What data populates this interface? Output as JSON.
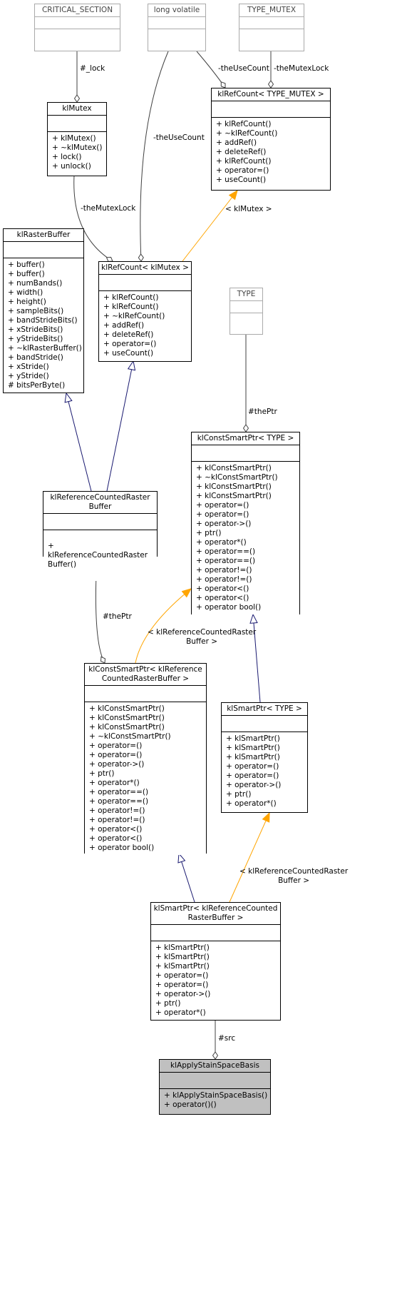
{
  "classes": [
    {
      "id": "critical_section",
      "name": "CRITICAL_SECTION",
      "external": true,
      "attributes": [],
      "methods": []
    },
    {
      "id": "long_volatile",
      "name": "long volatile",
      "external": true,
      "attributes": [],
      "methods": []
    },
    {
      "id": "type_mutex",
      "name": "TYPE_MUTEX",
      "external": true,
      "attributes": [],
      "methods": []
    },
    {
      "id": "klmutex",
      "name": "klMutex",
      "attributes": [],
      "methods": [
        "+ klMutex()",
        "+ ~klMutex()",
        "+ lock()",
        "+ unlock()"
      ]
    },
    {
      "id": "klrefcount_tm",
      "name": "klRefCount< TYPE_MUTEX >",
      "attributes": [],
      "methods": [
        "+ klRefCount()",
        "+ ~klRefCount()",
        "+ addRef()",
        "+ deleteRef()",
        "+ klRefCount()",
        "+ operator=()",
        "+ useCount()"
      ]
    },
    {
      "id": "klrasterbuffer",
      "name": "klRasterBuffer",
      "attributes": [],
      "methods": [
        "+ buffer()",
        "+ buffer()",
        "+ numBands()",
        "+ width()",
        "+ height()",
        "+ sampleBits()",
        "+ bandStrideBits()",
        "+ xStrideBits()",
        "+ yStrideBits()",
        "+ ~klRasterBuffer()",
        "+ bandStride()",
        "+ xStride()",
        "+ yStride()",
        "# bitsPerByte()"
      ]
    },
    {
      "id": "klrefcount_km",
      "name": "klRefCount< klMutex >",
      "attributes": [],
      "methods": [
        "+ klRefCount()",
        "+ klRefCount()",
        "+ ~klRefCount()",
        "+ addRef()",
        "+ deleteRef()",
        "+ operator=()",
        "+ useCount()"
      ]
    },
    {
      "id": "type",
      "name": "TYPE",
      "external": true,
      "attributes": [],
      "methods": []
    },
    {
      "id": "klconstsmartptr_t",
      "name": "klConstSmartPtr< TYPE >",
      "attributes": [],
      "methods": [
        "+ klConstSmartPtr()",
        "+ ~klConstSmartPtr()",
        "+ klConstSmartPtr()",
        "+ klConstSmartPtr()",
        "+ operator=()",
        "+ operator=()",
        "+ operator->()",
        "+ ptr()",
        "+ operator*()",
        "+ operator==()",
        "+ operator==()",
        "+ operator!=()",
        "+ operator!=()",
        "+ operator<()",
        "+ operator<()",
        "+ operator bool()"
      ]
    },
    {
      "id": "klrefcountedrasterbuffer",
      "name": "klReferenceCountedRaster\nBuffer",
      "attributes": [],
      "methods": [
        "+ klReferenceCountedRaster\nBuffer()"
      ]
    },
    {
      "id": "klconstsmartptr_rcrb",
      "name": "klConstSmartPtr< klReference\nCountedRasterBuffer >",
      "attributes": [],
      "methods": [
        "+ klConstSmartPtr()",
        "+ klConstSmartPtr()",
        "+ klConstSmartPtr()",
        "+ ~klConstSmartPtr()",
        "+ operator=()",
        "+ operator=()",
        "+ operator->()",
        "+ ptr()",
        "+ operator*()",
        "+ operator==()",
        "+ operator==()",
        "+ operator!=()",
        "+ operator!=()",
        "+ operator<()",
        "+ operator<()",
        "+ operator bool()"
      ]
    },
    {
      "id": "klsmartptr_t",
      "name": "klSmartPtr< TYPE >",
      "attributes": [],
      "methods": [
        "+ klSmartPtr()",
        "+ klSmartPtr()",
        "+ klSmartPtr()",
        "+ operator=()",
        "+ operator=()",
        "+ operator->()",
        "+ ptr()",
        "+ operator*()"
      ]
    },
    {
      "id": "klsmartptr_rcrb",
      "name": "klSmartPtr< klReferenceCounted\nRasterBuffer >",
      "attributes": [],
      "methods": [
        "+ klSmartPtr()",
        "+ klSmartPtr()",
        "+ klSmartPtr()",
        "+ operator=()",
        "+ operator=()",
        "+ operator->()",
        "+ ptr()",
        "+ operator*()"
      ]
    },
    {
      "id": "klapplystainspacebasis",
      "name": "klApplyStainSpaceBasis",
      "highlighted": true,
      "attributes": [],
      "methods": [
        "+ klApplyStainSpaceBasis()",
        "+ operator()()"
      ]
    }
  ],
  "edge_labels": [
    {
      "id": "lbl_lock",
      "text": "#_lock"
    },
    {
      "id": "lbl_usecount_a",
      "text": "-theUseCount"
    },
    {
      "id": "lbl_mutexlock_a",
      "text": "-theMutexLock"
    },
    {
      "id": "lbl_usecount_b",
      "text": "-theUseCount"
    },
    {
      "id": "lbl_mutexlock_b",
      "text": "-theMutexLock"
    },
    {
      "id": "lbl_klmutex_tmpl",
      "text": "< klMutex >"
    },
    {
      "id": "lbl_theptr_a",
      "text": "#thePtr"
    },
    {
      "id": "lbl_theptr_b",
      "text": "#thePtr"
    },
    {
      "id": "lbl_rcrb_tmpl_a",
      "text": "< klReferenceCountedRaster\nBuffer >"
    },
    {
      "id": "lbl_rcrb_tmpl_b",
      "text": "< klReferenceCountedRaster\nBuffer >"
    },
    {
      "id": "lbl_src",
      "text": "#src"
    }
  ],
  "colors": {
    "inheritance": "#191970",
    "template": "#ffa500",
    "usage": "#404040",
    "external_border": "#aaaaaa",
    "highlight_fill": "#c0c0c0"
  }
}
